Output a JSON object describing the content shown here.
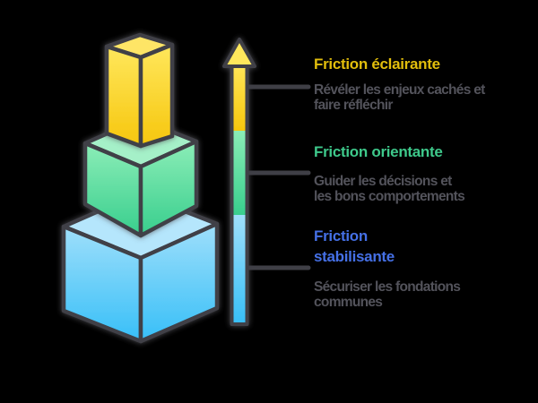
{
  "diagram": {
    "type": "stacked-3d-boxes-with-scale-arrow",
    "background_color": "#000000",
    "outline_color": "#3f3f46",
    "description_text_color": "#53535b",
    "arrow": {
      "direction": "up",
      "segments_bottom_to_top": [
        "stabilisante",
        "orientante",
        "eclairante"
      ]
    },
    "levels": [
      {
        "id": "eclairante",
        "position": "top",
        "title": "Friction éclairante",
        "title_lines": [
          "Friction éclairante"
        ],
        "title_color": "#e2be0c",
        "box_color_light": "#ffe75c",
        "box_color_dark": "#f6c60d",
        "description_lines": [
          "Révéler les enjeux cachés et",
          "faire réfléchir"
        ]
      },
      {
        "id": "orientante",
        "position": "middle",
        "title": "Friction orientante",
        "title_lines": [
          "Friction orientante"
        ],
        "title_color": "#3ec98b",
        "box_color_light": "#8bedb7",
        "box_color_dark": "#38ce8d",
        "description_lines": [
          "Guider les décisions et",
          "les bons comportements"
        ]
      },
      {
        "id": "stabilisante",
        "position": "bottom",
        "title": "Friction stabilisante",
        "title_lines": [
          "Friction",
          "stabilisante"
        ],
        "title_color": "#4570e6",
        "box_color_light": "#9fdffa",
        "box_color_dark": "#37bff8",
        "description_lines": [
          "Sécuriser les fondations",
          "communes"
        ]
      }
    ]
  }
}
